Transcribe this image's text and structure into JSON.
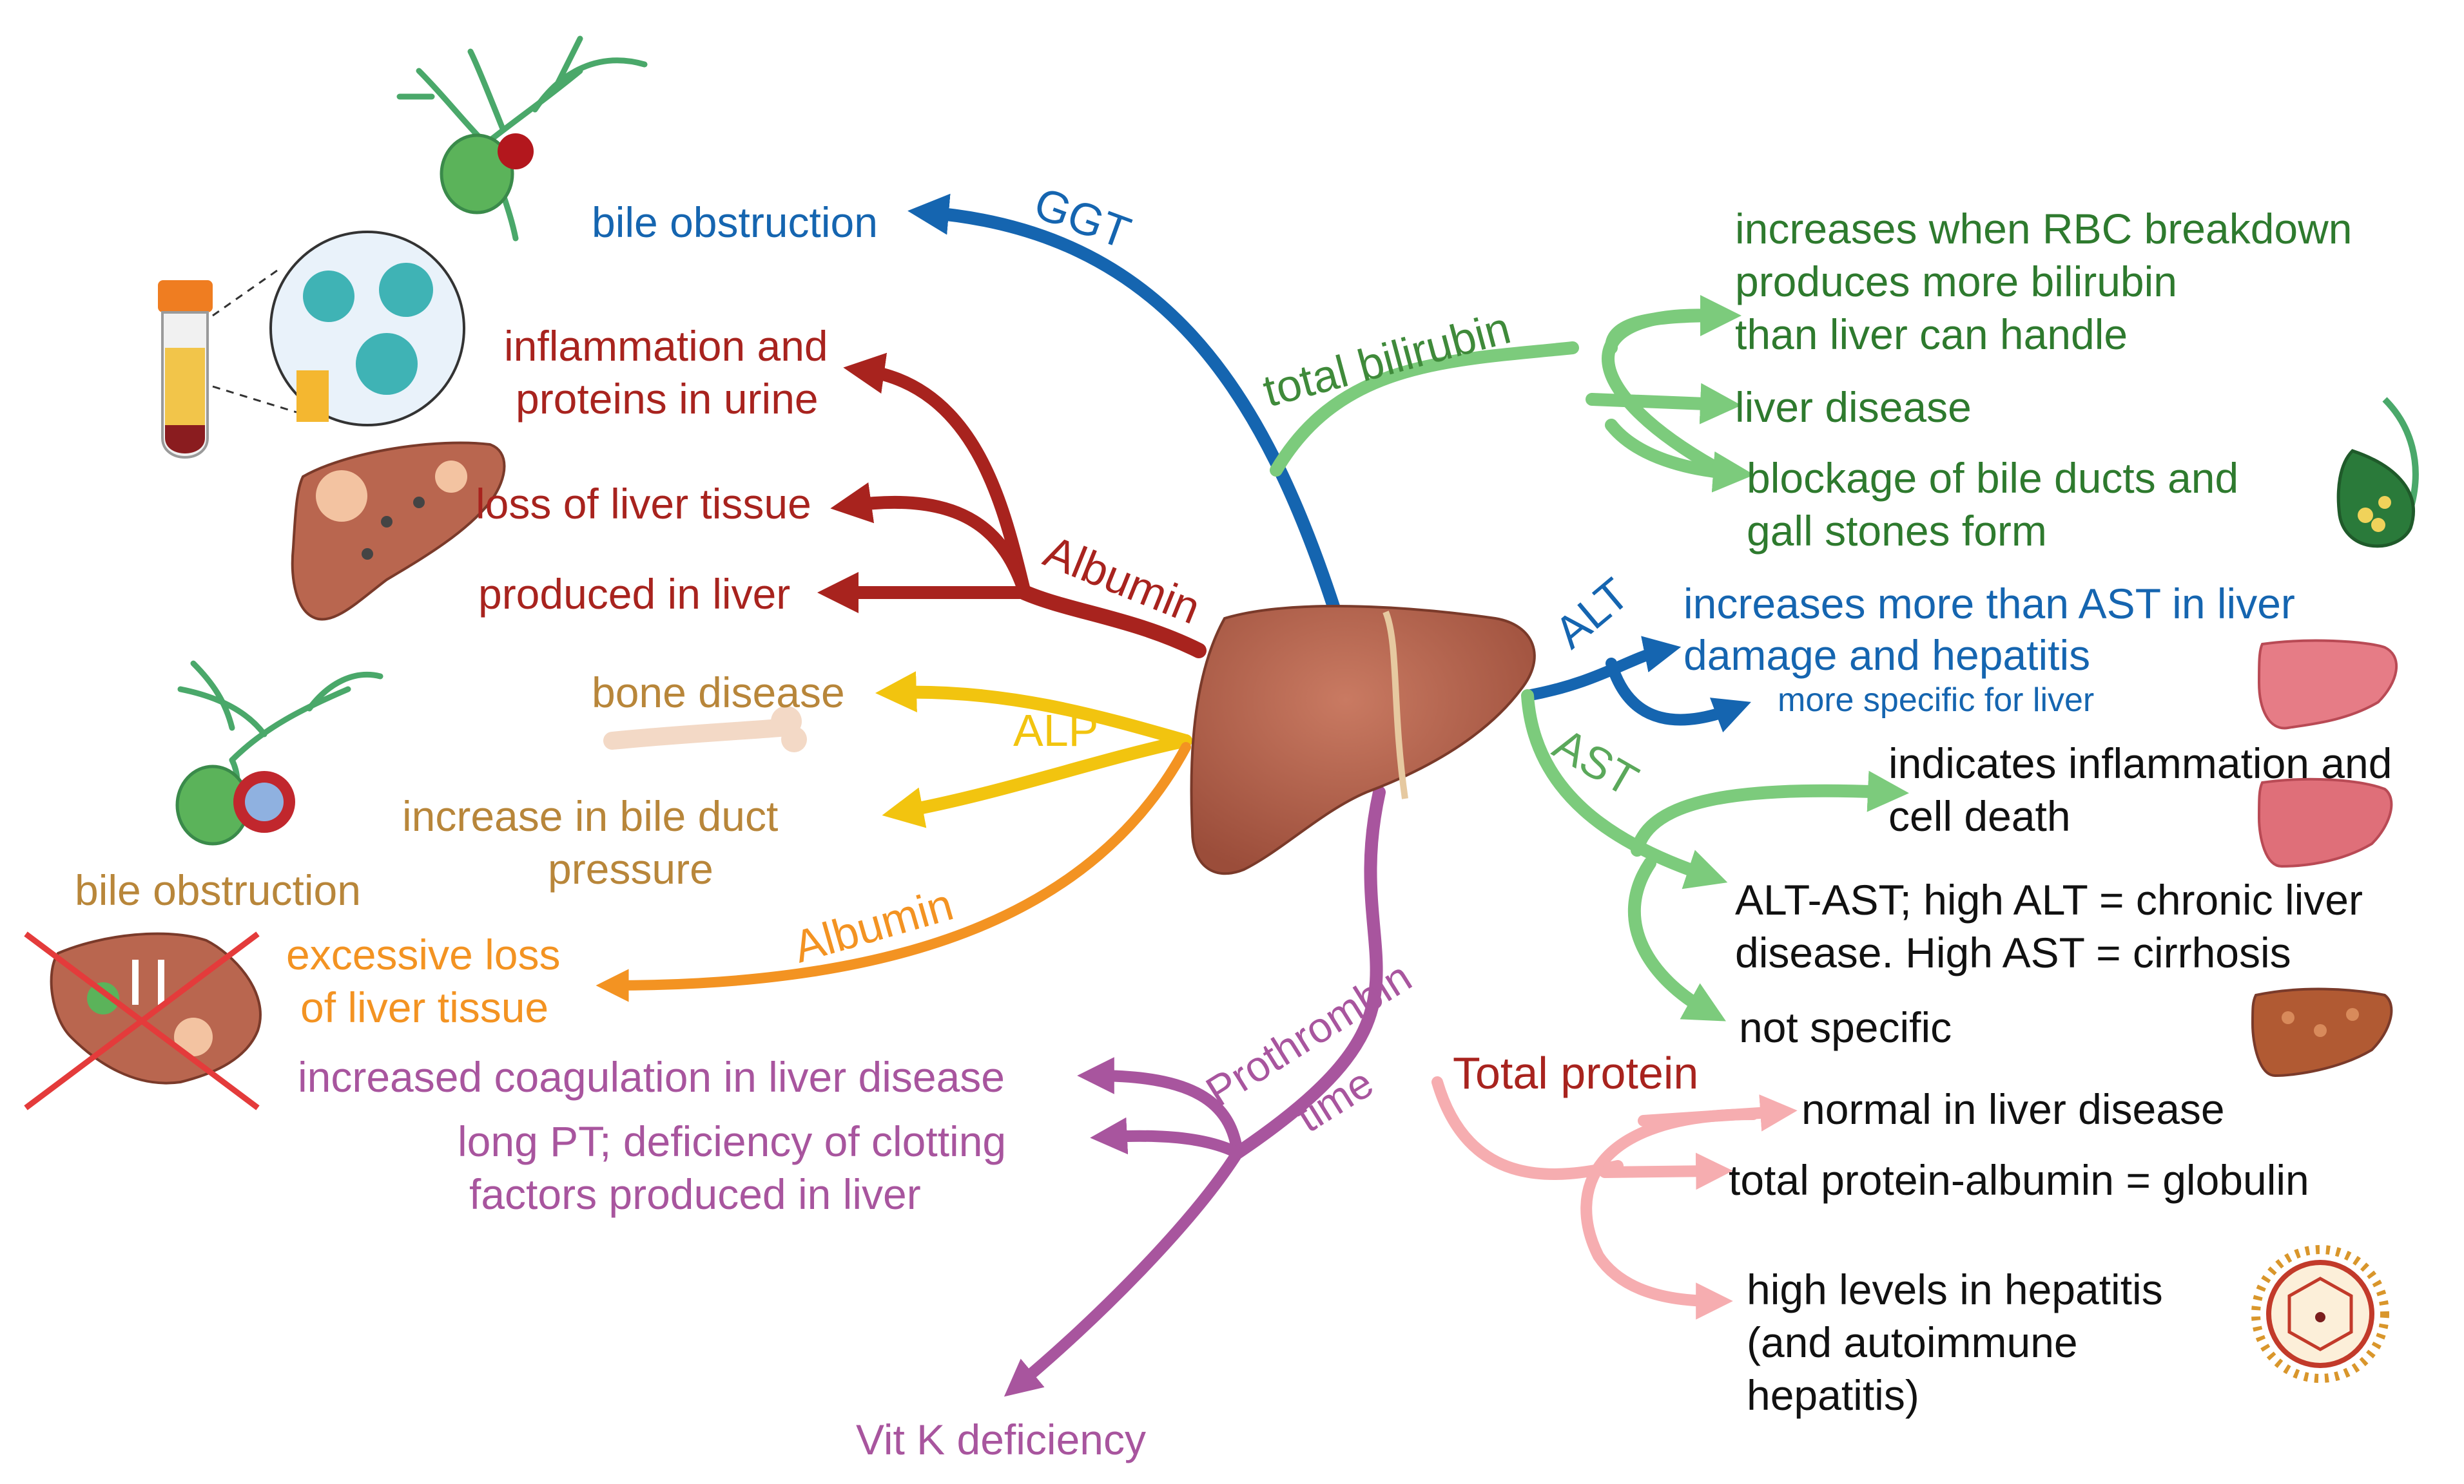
{
  "colors": {
    "ggt": "#1565b0",
    "albumin": "#a8231e",
    "alp": "#f2c40f",
    "alp_text": "#b8863a",
    "albumin_orange": "#f39322",
    "bilirubin": "#7ccb7c",
    "bilirubin_text": "#3f8a3a",
    "alt": "#1565b0",
    "ast": "#7ccb7c",
    "prothrombin": "#a8559e",
    "total_protein_branch": "#f6adb0",
    "total_protein_text": "#a8231e",
    "liver": "#b9664f",
    "black_text": "#111111"
  },
  "icons": [
    "bile-duct-obstruction-icon",
    "urine-sample-tube-icon",
    "magnified-proteins-icon",
    "damaged-liver-icon",
    "bone-icon",
    "blocked-bile-duct-icon",
    "crossed-out-liver-icon",
    "central-liver-icon",
    "gallstones-icon",
    "inflamed-liver-icon",
    "cirrhotic-liver-icon",
    "hepatitis-virus-icon"
  ],
  "branches": {
    "ggt": {
      "label": "GGT",
      "items": [
        "bile obstruction"
      ]
    },
    "albumin_red": {
      "label": "Albumin",
      "items": [
        [
          "inflammation and",
          "proteins in urine"
        ],
        [
          "loss of liver tissue"
        ],
        [
          "produced in liver"
        ]
      ]
    },
    "alp": {
      "label": "ALP",
      "items": [
        [
          "bone disease"
        ],
        [
          "increase in bile duct",
          "pressure"
        ]
      ],
      "icon_caption": "bile obstruction"
    },
    "albumin_orange": {
      "label": "Albumin",
      "items": [
        [
          "excessive loss",
          "of liver tissue"
        ]
      ]
    },
    "total_bilirubin": {
      "label": "total bilirubin",
      "items": [
        [
          "increases when RBC breakdown",
          "produces more bilirubin",
          "than liver can handle"
        ],
        [
          "liver disease"
        ],
        [
          "blockage of bile ducts and",
          "gall stones form"
        ]
      ]
    },
    "alt": {
      "label": "ALT",
      "items": [
        [
          "increases more than AST in liver",
          "damage and hepatitis"
        ],
        [
          "more specific for liver"
        ]
      ]
    },
    "ast": {
      "label": "AST",
      "items": [
        [
          "indicates inflammation and",
          "cell death"
        ],
        [
          "ALT-AST; high ALT = chronic liver",
          "disease. High AST = cirrhosis"
        ],
        [
          "not specific"
        ]
      ]
    },
    "prothrombin": {
      "label": [
        "Prothrombin",
        "time"
      ],
      "items": [
        [
          "increased coagulation in liver disease"
        ],
        [
          "long PT;  deficiency of clotting",
          "factors produced in liver"
        ],
        [
          "Vit K deficiency"
        ]
      ]
    },
    "total_protein": {
      "label": "Total protein",
      "items": [
        [
          "normal in liver disease"
        ],
        [
          "total protein-albumin = globulin"
        ],
        [
          "high levels in hepatitis",
          "(and autoimmune",
          "hepatitis)"
        ]
      ]
    }
  }
}
